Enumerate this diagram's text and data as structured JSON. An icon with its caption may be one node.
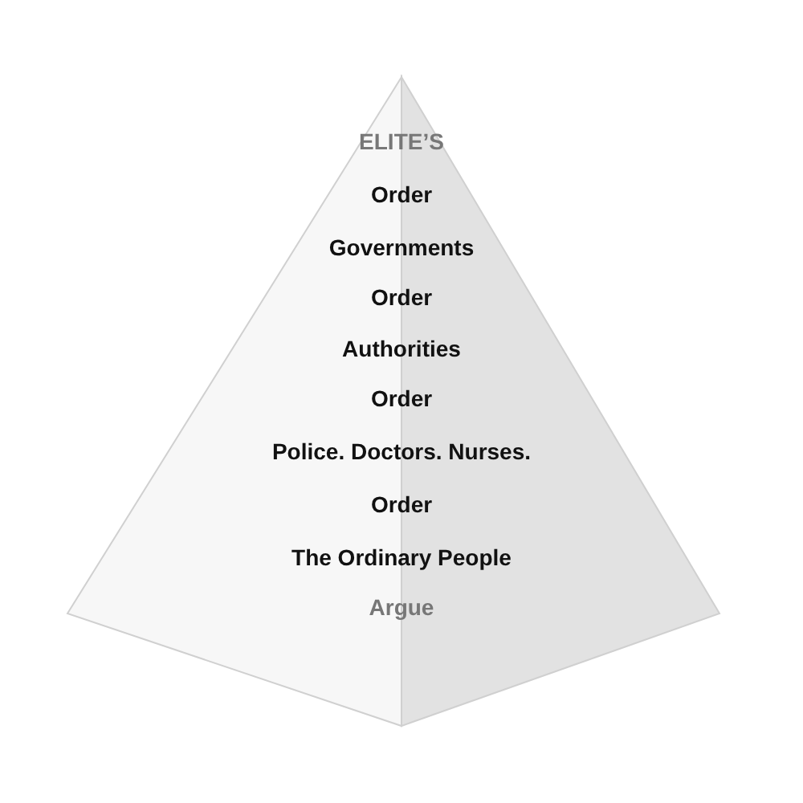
{
  "diagram": {
    "nodes": [
      {
        "text": [
          "ELITE’S",
          "Order",
          "Governments",
          "Order",
          "Authorities",
          "Order",
          "Police. Doctors. Nurses.",
          "Order",
          "The Ordinary People",
          "Argue"
        ]
      }
    ]
  }
}
